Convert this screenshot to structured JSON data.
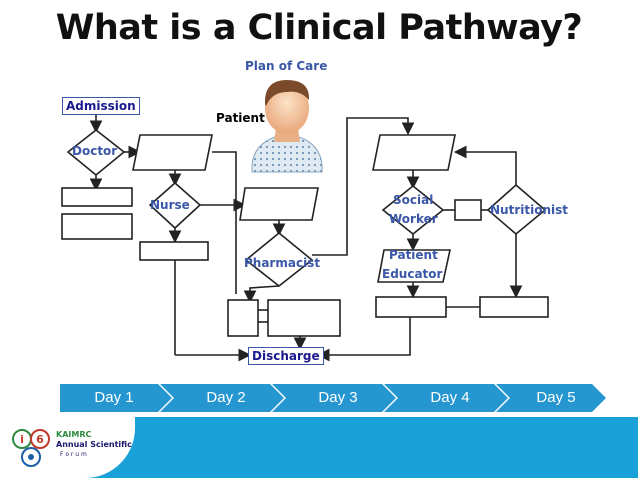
{
  "title": "What is a Clinical Pathway?",
  "plan_of_care": "Plan of Care",
  "patient": "Patient",
  "nodes": {
    "admission": "Admission",
    "doctor": "Doctor",
    "nurse": "Nurse",
    "pharmacist": "Pharmacist",
    "social_worker_1": "Social",
    "social_worker_2": "Worker",
    "nutritionist": "Nutritionist",
    "patient_educator_1": "Patient",
    "patient_educator_2": "Educator",
    "discharge": "Discharge"
  },
  "timeline": [
    "Day 1",
    "Day 2",
    "Day 3",
    "Day 4",
    "Day 5"
  ],
  "colors": {
    "label_blue": "#3a57a8",
    "timeline_blue": "#2596cf",
    "footer_blue": "#1aa1d8"
  },
  "logo": {
    "icon": "kaimrc-logo",
    "line1": "KAIMRC",
    "line2": "Annual Scientific",
    "line3": "F o r u m"
  }
}
